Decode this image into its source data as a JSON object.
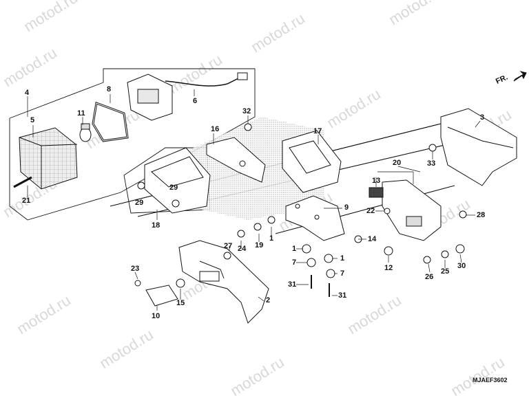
{
  "watermark": "motod.ru",
  "direction_label": "FR.",
  "diagram_code": "MJAEF3602",
  "callouts": [
    {
      "id": "c4",
      "text": "4"
    },
    {
      "id": "c5",
      "text": "5"
    },
    {
      "id": "c8",
      "text": "8"
    },
    {
      "id": "c11",
      "text": "11"
    },
    {
      "id": "c6",
      "text": "6"
    },
    {
      "id": "c21",
      "text": "21"
    },
    {
      "id": "c32",
      "text": "32"
    },
    {
      "id": "c16",
      "text": "16"
    },
    {
      "id": "c17",
      "text": "17"
    },
    {
      "id": "c3",
      "text": "3"
    },
    {
      "id": "c33",
      "text": "33"
    },
    {
      "id": "c20",
      "text": "20"
    },
    {
      "id": "c13",
      "text": "13"
    },
    {
      "id": "c29a",
      "text": "29"
    },
    {
      "id": "c29b",
      "text": "29"
    },
    {
      "id": "c18",
      "text": "18"
    },
    {
      "id": "c9",
      "text": "9"
    },
    {
      "id": "c22",
      "text": "22"
    },
    {
      "id": "c28",
      "text": "28"
    },
    {
      "id": "c14",
      "text": "14"
    },
    {
      "id": "c27",
      "text": "27"
    },
    {
      "id": "c24",
      "text": "24"
    },
    {
      "id": "c19",
      "text": "19"
    },
    {
      "id": "c1a",
      "text": "1"
    },
    {
      "id": "c1b",
      "text": "1"
    },
    {
      "id": "c1c",
      "text": "1"
    },
    {
      "id": "c7a",
      "text": "7"
    },
    {
      "id": "c7b",
      "text": "7"
    },
    {
      "id": "c31a",
      "text": "31"
    },
    {
      "id": "c31b",
      "text": "31"
    },
    {
      "id": "c12",
      "text": "12"
    },
    {
      "id": "c26",
      "text": "26"
    },
    {
      "id": "c25",
      "text": "25"
    },
    {
      "id": "c30",
      "text": "30"
    },
    {
      "id": "c23",
      "text": "23"
    },
    {
      "id": "c15",
      "text": "15"
    },
    {
      "id": "c10",
      "text": "10"
    },
    {
      "id": "c2",
      "text": "2"
    }
  ]
}
